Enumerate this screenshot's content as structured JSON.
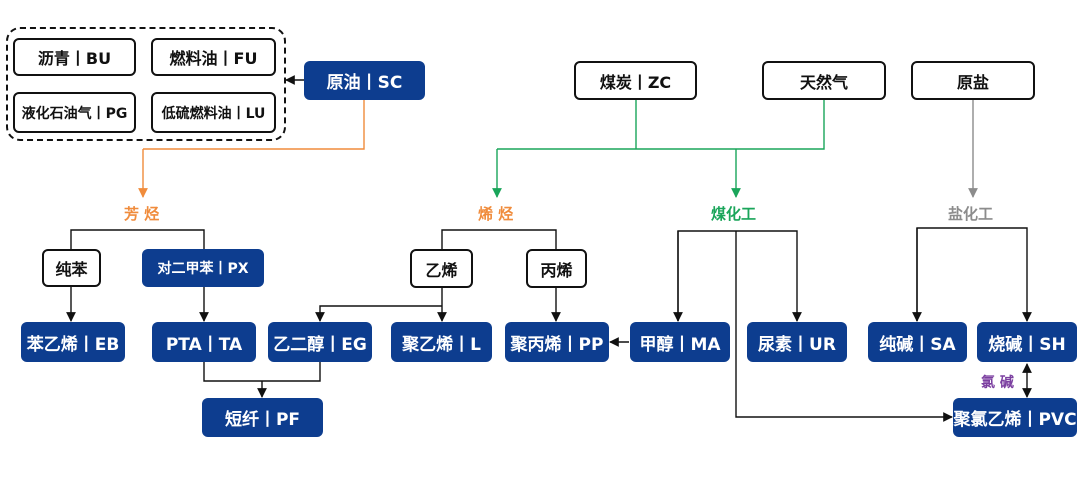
{
  "colors": {
    "filled": "#0d3d8f",
    "orange": "#f08c3c",
    "green": "#1aa55a",
    "gray": "#8c8c8c",
    "purple": "#7b3fa0",
    "line": "#111111"
  },
  "nodes": {
    "bu": "沥青丨BU",
    "fu": "燃料油丨FU",
    "pg": "液化石油气丨PG",
    "lu": "低硫燃料油丨LU",
    "sc": "原油丨SC",
    "zc": "煤炭丨ZC",
    "gas": "天然气",
    "salt": "原盐",
    "benzene": "纯苯",
    "px": "对二甲苯丨PX",
    "ethylene": "乙烯",
    "propylene": "丙烯",
    "eb": "苯乙烯丨EB",
    "pta": "PTA丨TA",
    "eg": "乙二醇丨EG",
    "l": "聚乙烯丨L",
    "pp": "聚丙烯丨PP",
    "ma": "甲醇丨MA",
    "ur": "尿素丨UR",
    "sa": "纯碱丨SA",
    "sh": "烧碱丨SH",
    "pf": "短纤丨PF",
    "pvc": "聚氯乙烯丨PVC"
  },
  "categories": {
    "aromatics": "芳 烃",
    "olefins": "烯 烃",
    "coal_chem": "煤化工",
    "salt_chem": "盐化工",
    "chlor_alkali": "氯 碱"
  }
}
